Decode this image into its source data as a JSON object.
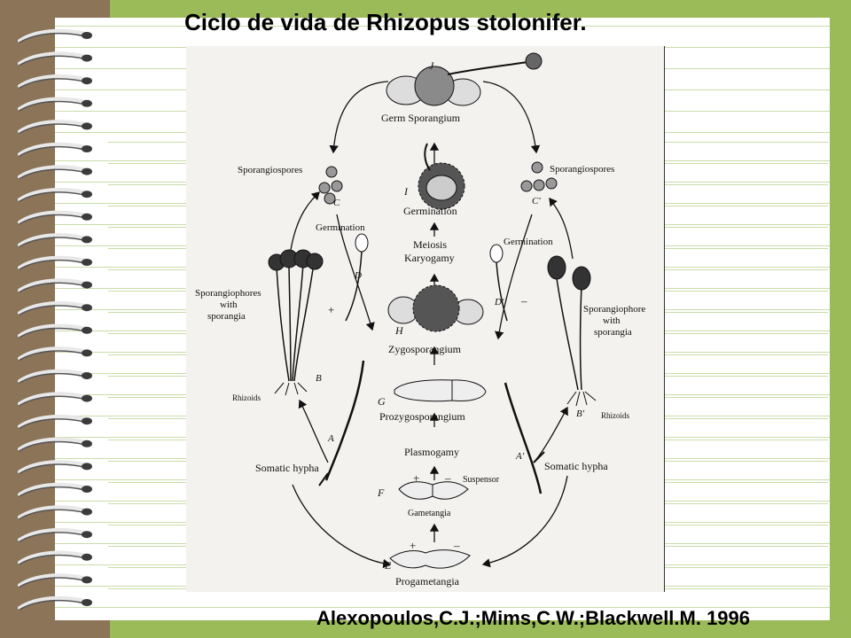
{
  "slide": {
    "title": "Ciclo de vida de Rhizopus stolonifer.",
    "credit": "Alexopoulos,C.J.;Mims,C.W.;Blackwell.M. 1996"
  },
  "diagram": {
    "top": {
      "letter": "J",
      "label": "Germ Sporangium"
    },
    "left_spores": {
      "label": "Sporangiospores",
      "letter": "C"
    },
    "right_spores": {
      "label": "Sporangiospores",
      "letter": "C′"
    },
    "center_column": {
      "germination_letter": "I",
      "germination": "Germination",
      "meiosis": "Meiosis",
      "karyogamy": "Karyogamy",
      "zygo_letter": "H",
      "zygosporangium": "Zygosporangium",
      "prozygo_letter": "G",
      "prozygosporangium": "Prozygosporangium",
      "plasmogamy": "Plasmogamy",
      "gametangia_letter": "F",
      "gametangia": "Gametangia",
      "suspensor": "Suspensor",
      "progam_letter": "E",
      "progametangia": "Progametangia",
      "plus": "+",
      "minus": "–"
    },
    "left_side": {
      "germination": "Germination",
      "germ_letter": "D",
      "plus": "+",
      "sporangiophores": [
        "Sporangiophores",
        "with",
        "sporangia"
      ],
      "rhizoids": "Rhizoids",
      "rhizoid_letter": "B",
      "somatic_letter": "A",
      "somatic": "Somatic hypha"
    },
    "right_side": {
      "germination": "Germination",
      "germ_letter": "D′",
      "minus": "–",
      "sporangiophores": [
        "Sporangiophore",
        "with",
        "sporangia"
      ],
      "rhizoids": "Rhizoids",
      "rhizoid_letter": "B′",
      "somatic_letter": "A′",
      "somatic": "Somatic hypha"
    }
  }
}
